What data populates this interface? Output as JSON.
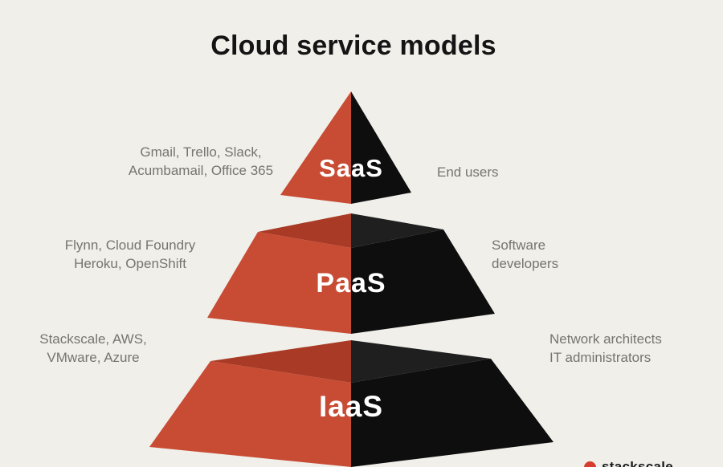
{
  "title": "Cloud service models",
  "colors": {
    "background": "#f0efea",
    "pyramid_red": "#c84b33",
    "pyramid_red_top": "#a93b26",
    "pyramid_black": "#0e0e0e",
    "pyramid_black_top": "#1f1f1f",
    "annotation_text": "#75746e",
    "title_text": "#141414",
    "tier_label_text": "#ffffff",
    "logo_red": "#d63c2f"
  },
  "tiers": [
    {
      "label": "SaaS",
      "examples_lines": [
        "Gmail, Trello, Slack,",
        "Acumbamail, Office 365"
      ],
      "audience_lines": [
        "End users"
      ]
    },
    {
      "label": "PaaS",
      "examples_lines": [
        "Flynn, Cloud Foundry",
        "Heroku, OpenShift"
      ],
      "audience_lines": [
        "Software",
        "developers"
      ]
    },
    {
      "label": "IaaS",
      "examples_lines": [
        "Stackscale, AWS,",
        "VMware, Azure"
      ],
      "audience_lines": [
        "Network architects",
        "IT administrators"
      ]
    }
  ],
  "footer": {
    "brand": "stackscale"
  }
}
